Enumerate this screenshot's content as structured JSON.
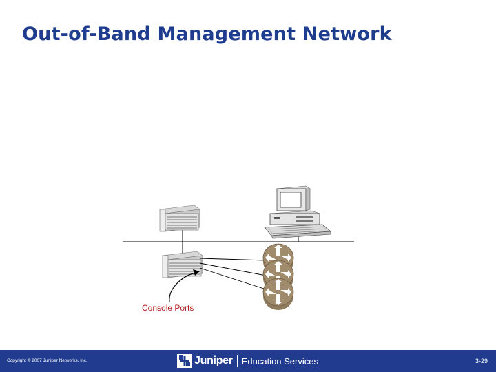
{
  "slide": {
    "title": "Out-of-Band Management Network"
  },
  "diagram": {
    "console_ports_label": "Console Ports",
    "colors": {
      "label": "#b51e1e",
      "router_body": "#a08b6c",
      "router_arrows": "#ffffff",
      "wire": "#000000",
      "device_body": "#e6e6e6"
    },
    "icons": [
      "terminal-server-icon",
      "terminal-server-icon",
      "management-workstation-icon",
      "router-icon",
      "router-icon",
      "router-icon"
    ]
  },
  "footer": {
    "copyright": "Copyright © 2007 Juniper Networks, Inc.",
    "brand": "Juniper",
    "division": "Education Services",
    "page": "3-29",
    "color": "#213c8e"
  }
}
